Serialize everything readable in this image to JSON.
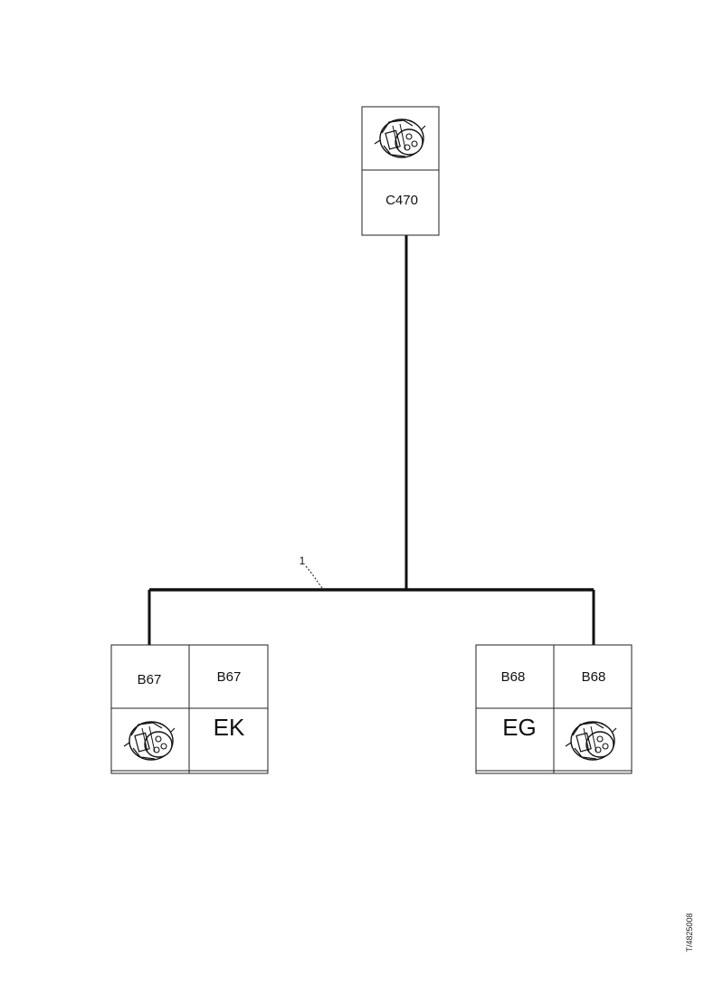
{
  "top_connector": {
    "label": "C470"
  },
  "wire": {
    "callout": "1"
  },
  "left_connector": {
    "label_a": "B67",
    "label_b": "B67",
    "code": "EK"
  },
  "right_connector": {
    "label_a": "B68",
    "label_b": "B68",
    "code": "EG"
  },
  "figure_id": "T/4825008"
}
